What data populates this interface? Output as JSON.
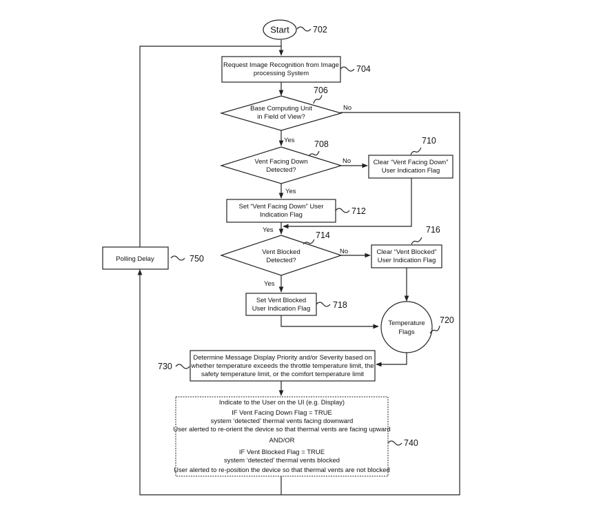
{
  "start": "Start",
  "request_box": {
    "lines": [
      "Request Image Recognition from Image",
      "processing System"
    ]
  },
  "decision_base": {
    "lines": [
      "Base Computing Unit",
      "in Field of View?"
    ]
  },
  "decision_vent_down": {
    "lines": [
      "Vent Facing Down",
      "Detected?"
    ]
  },
  "clear_vent_down": {
    "lines": [
      "Clear “Vent Facing Down”",
      "User Indication Flag"
    ]
  },
  "set_vent_down": {
    "lines": [
      "Set “Vent Facing Down” User",
      "Indication Flag"
    ]
  },
  "decision_vent_blocked": {
    "lines": [
      "Vent Blocked",
      "Detected?"
    ]
  },
  "clear_vent_blocked": {
    "lines": [
      "Clear “Vent Blocked”",
      "User Indication Flag"
    ]
  },
  "set_vent_blocked": {
    "lines": [
      "Set Vent Blocked",
      "User Indication Flag"
    ]
  },
  "temperature_flags": {
    "lines": [
      "Temperature",
      "Flags"
    ]
  },
  "polling_delay": "Polling Delay",
  "determine_box": {
    "lines": [
      "Determine Message Display Priority and/or Severity based on",
      "whether temperature exceeds the throttle temperature limit, the",
      "safety temperature limit, or the comfort temperature limit"
    ]
  },
  "indicate_box": {
    "lines": [
      "Indicate to the User on the UI (e.g. Display)",
      "IF Vent Facing Down Flag = TRUE",
      "system ‘detected’ thermal vents facing downward",
      "User alerted to re-orient the device so that thermal vents are facing upward",
      "AND/OR",
      "IF Vent  Blocked Flag = TRUE",
      "system ‘detected’ thermal vents blocked",
      "User alerted to re-position the device so that thermal vents are not blocked"
    ]
  },
  "edge_labels": {
    "yes_1": "Yes",
    "no_1": "No",
    "yes_2": "Yes",
    "no_2": "No",
    "yes_3": "Yes",
    "no_3": "No",
    "yes_4": "Yes"
  },
  "refs": {
    "r702": "702",
    "r704": "704",
    "r706": "706",
    "r708": "708",
    "r710": "710",
    "r712": "712",
    "r714": "714",
    "r716": "716",
    "r718": "718",
    "r720": "720",
    "r730": "730",
    "r740": "740",
    "r750": "750"
  }
}
